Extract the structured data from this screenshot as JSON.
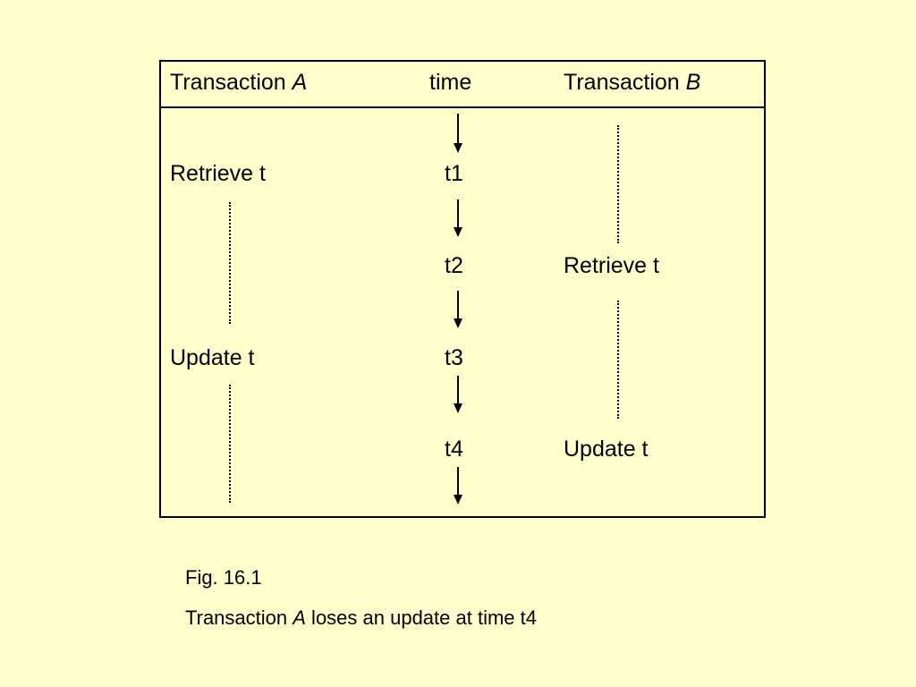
{
  "header": {
    "col_a_prefix": "Transaction ",
    "col_a_letter": "A",
    "col_time": "time",
    "col_b_prefix": "Transaction ",
    "col_b_letter": "B"
  },
  "rows": [
    {
      "a": "Retrieve t",
      "time": "t1",
      "b": ""
    },
    {
      "a": "",
      "time": "t2",
      "b": "Retrieve t"
    },
    {
      "a": "Update t",
      "time": "t3",
      "b": ""
    },
    {
      "a": "",
      "time": "t4",
      "b": "Update t"
    }
  ],
  "caption": {
    "fig_label": "Fig. 16.1",
    "line_prefix": "Transaction ",
    "line_letter": "A",
    "line_suffix": " loses an update at time t4"
  }
}
